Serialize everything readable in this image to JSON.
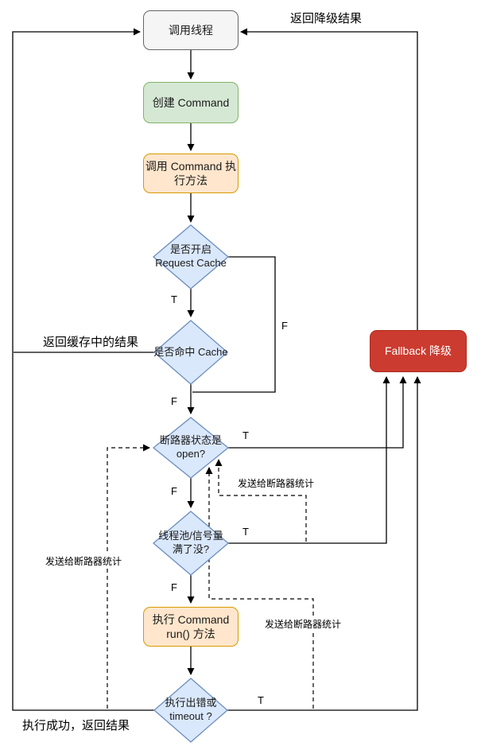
{
  "diagram": {
    "nodes": {
      "caller": "调用线程",
      "create_command": "创建 Command",
      "invoke_execute": "调用 Command 执\n行方法",
      "request_cache_enabled": "是否开启\nRequest Cache",
      "cache_hit": "是否命中 Cache",
      "circuit_open": "断路器状态是\nopen?",
      "pool_full": "线程池/信号量\n满了没?",
      "run_method": "执行 Command\nrun() 方法",
      "error_or_timeout": "执行出错或\ntimeout ?",
      "fallback": "Fallback 降级"
    },
    "edge_labels": {
      "return_fallback_result": "返回降级结果",
      "return_cached_result": "返回缓存中的结果",
      "success_return_result": "执行成功，返回结果",
      "send_stats_success": "发送给断路器统计",
      "send_stats_pool": "发送给断路器统计",
      "send_stats_error": "发送给断路器统计",
      "request_cache_true": "T",
      "request_cache_false": "F",
      "cache_hit_false": "F",
      "circuit_open_true": "T",
      "circuit_open_false": "F",
      "pool_full_true": "T",
      "pool_full_false": "F",
      "error_timeout_true": "T"
    },
    "colors": {
      "line": "#000000",
      "caller_fill": "#f5f5f5",
      "caller_stroke": "#666666",
      "green_fill": "#d5e8d4",
      "green_stroke": "#82b366",
      "orange_fill": "#ffe6cc",
      "orange_stroke": "#d79b00",
      "blue_fill": "#dae8fc",
      "blue_stroke": "#6c8ebf",
      "red_fill": "#cc3b2f",
      "red_stroke": "#ae2a1d",
      "fallback_text": "#ffffff"
    }
  }
}
